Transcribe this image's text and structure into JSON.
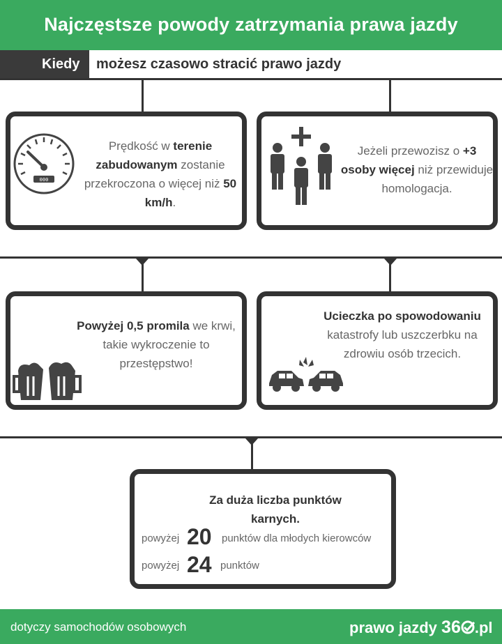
{
  "header": {
    "title": "Najczęstsze powody zatrzymania prawa jazdy"
  },
  "subheader": {
    "tag": "Kiedy",
    "text": "możesz czasowo stracić  prawo jazdy"
  },
  "cards": {
    "speed": {
      "pre": "Prędkość w ",
      "bold1": "terenie zabudowanym",
      "mid": " zostanie przekroczona o więcej niż ",
      "bold2": "50 km/h",
      "post": ".",
      "icon": "speedometer-icon"
    },
    "passengers": {
      "pre": "Jeżeli przewozisz o ",
      "bold1": "+3 osoby więcej",
      "post": " niż przewiduje homologacja.",
      "icon": "people-plus-icon"
    },
    "alcohol": {
      "bold1": "Powyżej 0,5 promila",
      "post": " we krwi, takie wykroczenie to przestępstwo!",
      "icon": "beer-mugs-icon"
    },
    "escape": {
      "bold1": "Ucieczka po spowodowaniu",
      "post": " katastrofy lub uszczerbku na zdrowiu osób trzecich.",
      "icon": "car-crash-icon"
    },
    "points": {
      "title": "Za duża liczba punktów karnych.",
      "row1": {
        "prefix": "powyżej",
        "number": "20",
        "suffix": "punktów dla młodych kierowców"
      },
      "row2": {
        "prefix": "powyżej",
        "number": "24",
        "suffix": "punktów"
      }
    }
  },
  "footer": {
    "note": "dotyczy samochodów osobowych",
    "brand": "prawo jazdy ",
    "brand_num": "36",
    "brand_tld": ".pl"
  },
  "colors": {
    "green": "#3aaa5f",
    "dark": "#333333",
    "text": "#666666"
  }
}
